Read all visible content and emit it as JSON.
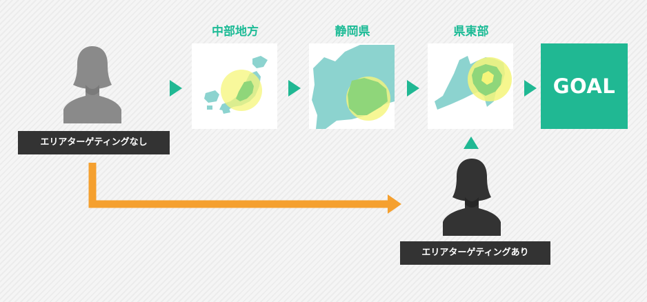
{
  "stages": [
    {
      "title": "中部地方"
    },
    {
      "title": "静岡県"
    },
    {
      "title": "県東部"
    }
  ],
  "goal": {
    "label": "GOAL"
  },
  "no_targeting": {
    "label": "エリアターゲティングなし"
  },
  "with_targeting": {
    "label": "エリアターゲティングあり"
  },
  "colors": {
    "accent": "#20b893",
    "land": "#8cd3cf",
    "highlight": "#f5f57a",
    "overlap": "#8fd67a",
    "flow_orange": "#f5a02f",
    "person_gray": "#8a8a8a",
    "person_dark": "#333333",
    "label_bg": "#333333"
  },
  "icons": [
    "person-icon",
    "arrow-right-icon",
    "arrow-up-icon",
    "map-icon"
  ]
}
